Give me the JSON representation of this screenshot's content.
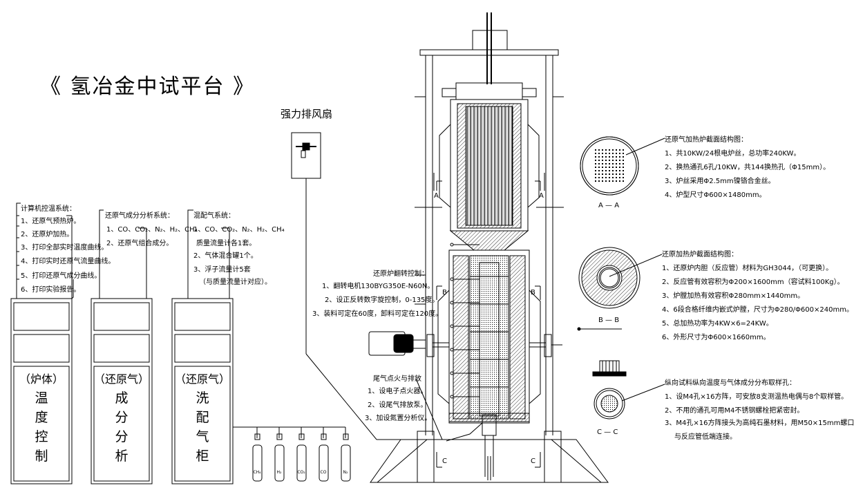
{
  "title": "《 氢冶金中试平台 》",
  "fan_label": "强力排风扇",
  "panels": {
    "computer": {
      "heading": "计算机控温系统：",
      "lines": [
        "1、还原气预热炉。",
        "2、还原炉加热。",
        "3、打印全部实时温度曲线。",
        "4、打印实时还原气流量曲线。",
        "5、打印还原气成分曲线。",
        "6、打印实验报告。"
      ],
      "cabinet_chars": [
        "（炉体）",
        "温",
        "度",
        "控",
        "制"
      ]
    },
    "analysis": {
      "heading": "还原气成分分析系统：",
      "lines": [
        "1、CO、CO₂、N₂、H₂、CH₄",
        "2、还原气组合成分。"
      ],
      "cabinet_chars": [
        "（还原气）",
        "成",
        "分",
        "分",
        "析"
      ]
    },
    "mixing": {
      "heading": "混配气系统：",
      "lines": [
        "1、CO、CO₂、N₂、H₂、CH₄",
        "质量流量计各1套。",
        "2、气体混合罐1个。",
        "3、浮子流量计5套",
        "（与质量流量计对应）。"
      ],
      "cabinet_chars": [
        "（还原气）",
        "洗",
        "配",
        "气",
        "柜"
      ]
    }
  },
  "bottles": [
    "CH₄",
    "H₂",
    "CO₂",
    "CO",
    "N₂"
  ],
  "rotation_notes": {
    "heading": "还原炉翻转控制：",
    "lines": [
      "1、翻转电机130BYG350E-N60N。",
      "2、设正反转数字旋控制，0-135度。",
      "3、装料可定在60度，卸料可定在120度。"
    ]
  },
  "exhaust_notes": {
    "heading": "尾气点火与排放",
    "lines": [
      "1、设电子点火器。",
      "2、设尾气排放泵。",
      "3、加设氮置分析仪。"
    ]
  },
  "preheater_notes": {
    "heading": "还原气加热炉截面结构图：",
    "lines": [
      "1、共10KW/24根电炉丝，总功率240KW。",
      "2、换热通孔6孔/10KW，共144换热孔（Φ15mm）。",
      "3、炉丝采用Φ2.5mm镍铬合金丝。",
      "4、炉型尺寸Φ600×1480mm。"
    ]
  },
  "reduction_notes": {
    "heading": "还原加热炉截面结构图：",
    "lines": [
      "1、还原炉内胆（反应管）材料为GH3044，（可更换）。",
      "2、反应管有效容积为Φ200×1600mm（容试料100Kg）。",
      "3、炉膛加热有效容积Φ280mm×1440mm。",
      "4、6段合格纤维内嵌式炉膛，尺寸为Φ280/Φ600×240mm。",
      "5、总加热功率为4KW×6=24KW。",
      "6、外形尺寸为Φ600×1660mm。"
    ]
  },
  "sampling_notes": {
    "heading": "纵向试料纵向温度与气体成分分布取样孔：",
    "lines": [
      "1、设M4孔×16方阵，可安放8支测温热电偶与8个取样管。",
      "2、不用的通孔可用M4不锈钢螺栓把紧密封。",
      "3、M4孔×16方阵接头为高纯石墨材料，用M50×15mm螺口",
      "与反应管低端连接。"
    ]
  },
  "section_labels": {
    "aa": "A — A",
    "bb": "B — B",
    "cc": "C — C",
    "a": "A",
    "b": "B",
    "c": "C"
  }
}
